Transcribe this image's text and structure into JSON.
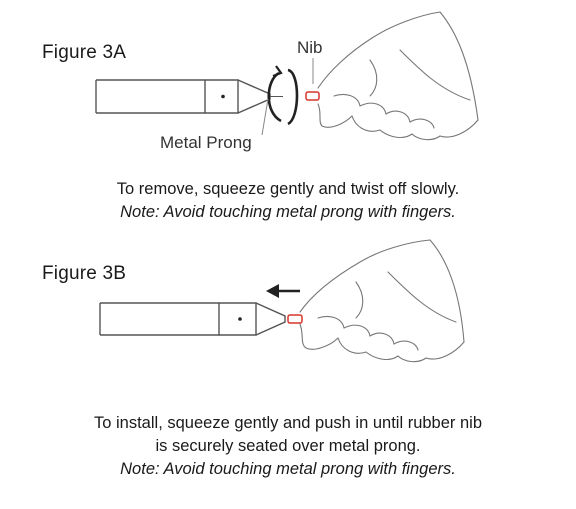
{
  "figure_a": {
    "label": "Figure 3A",
    "nib_callout": "Nib",
    "prong_callout": "Metal Prong",
    "caption": "To remove, squeeze gently and twist off slowly.",
    "note": "Note: Avoid touching metal prong with fingers."
  },
  "figure_b": {
    "label": "Figure 3B",
    "caption_line1": "To install, squeeze gently and push in until rubber nib",
    "caption_line2": "is securely seated over metal prong.",
    "note": "Note: Avoid touching metal prong with fingers."
  },
  "colors": {
    "outline": "#555555",
    "nib": "#d9342b",
    "text": "#1a1a1a"
  }
}
